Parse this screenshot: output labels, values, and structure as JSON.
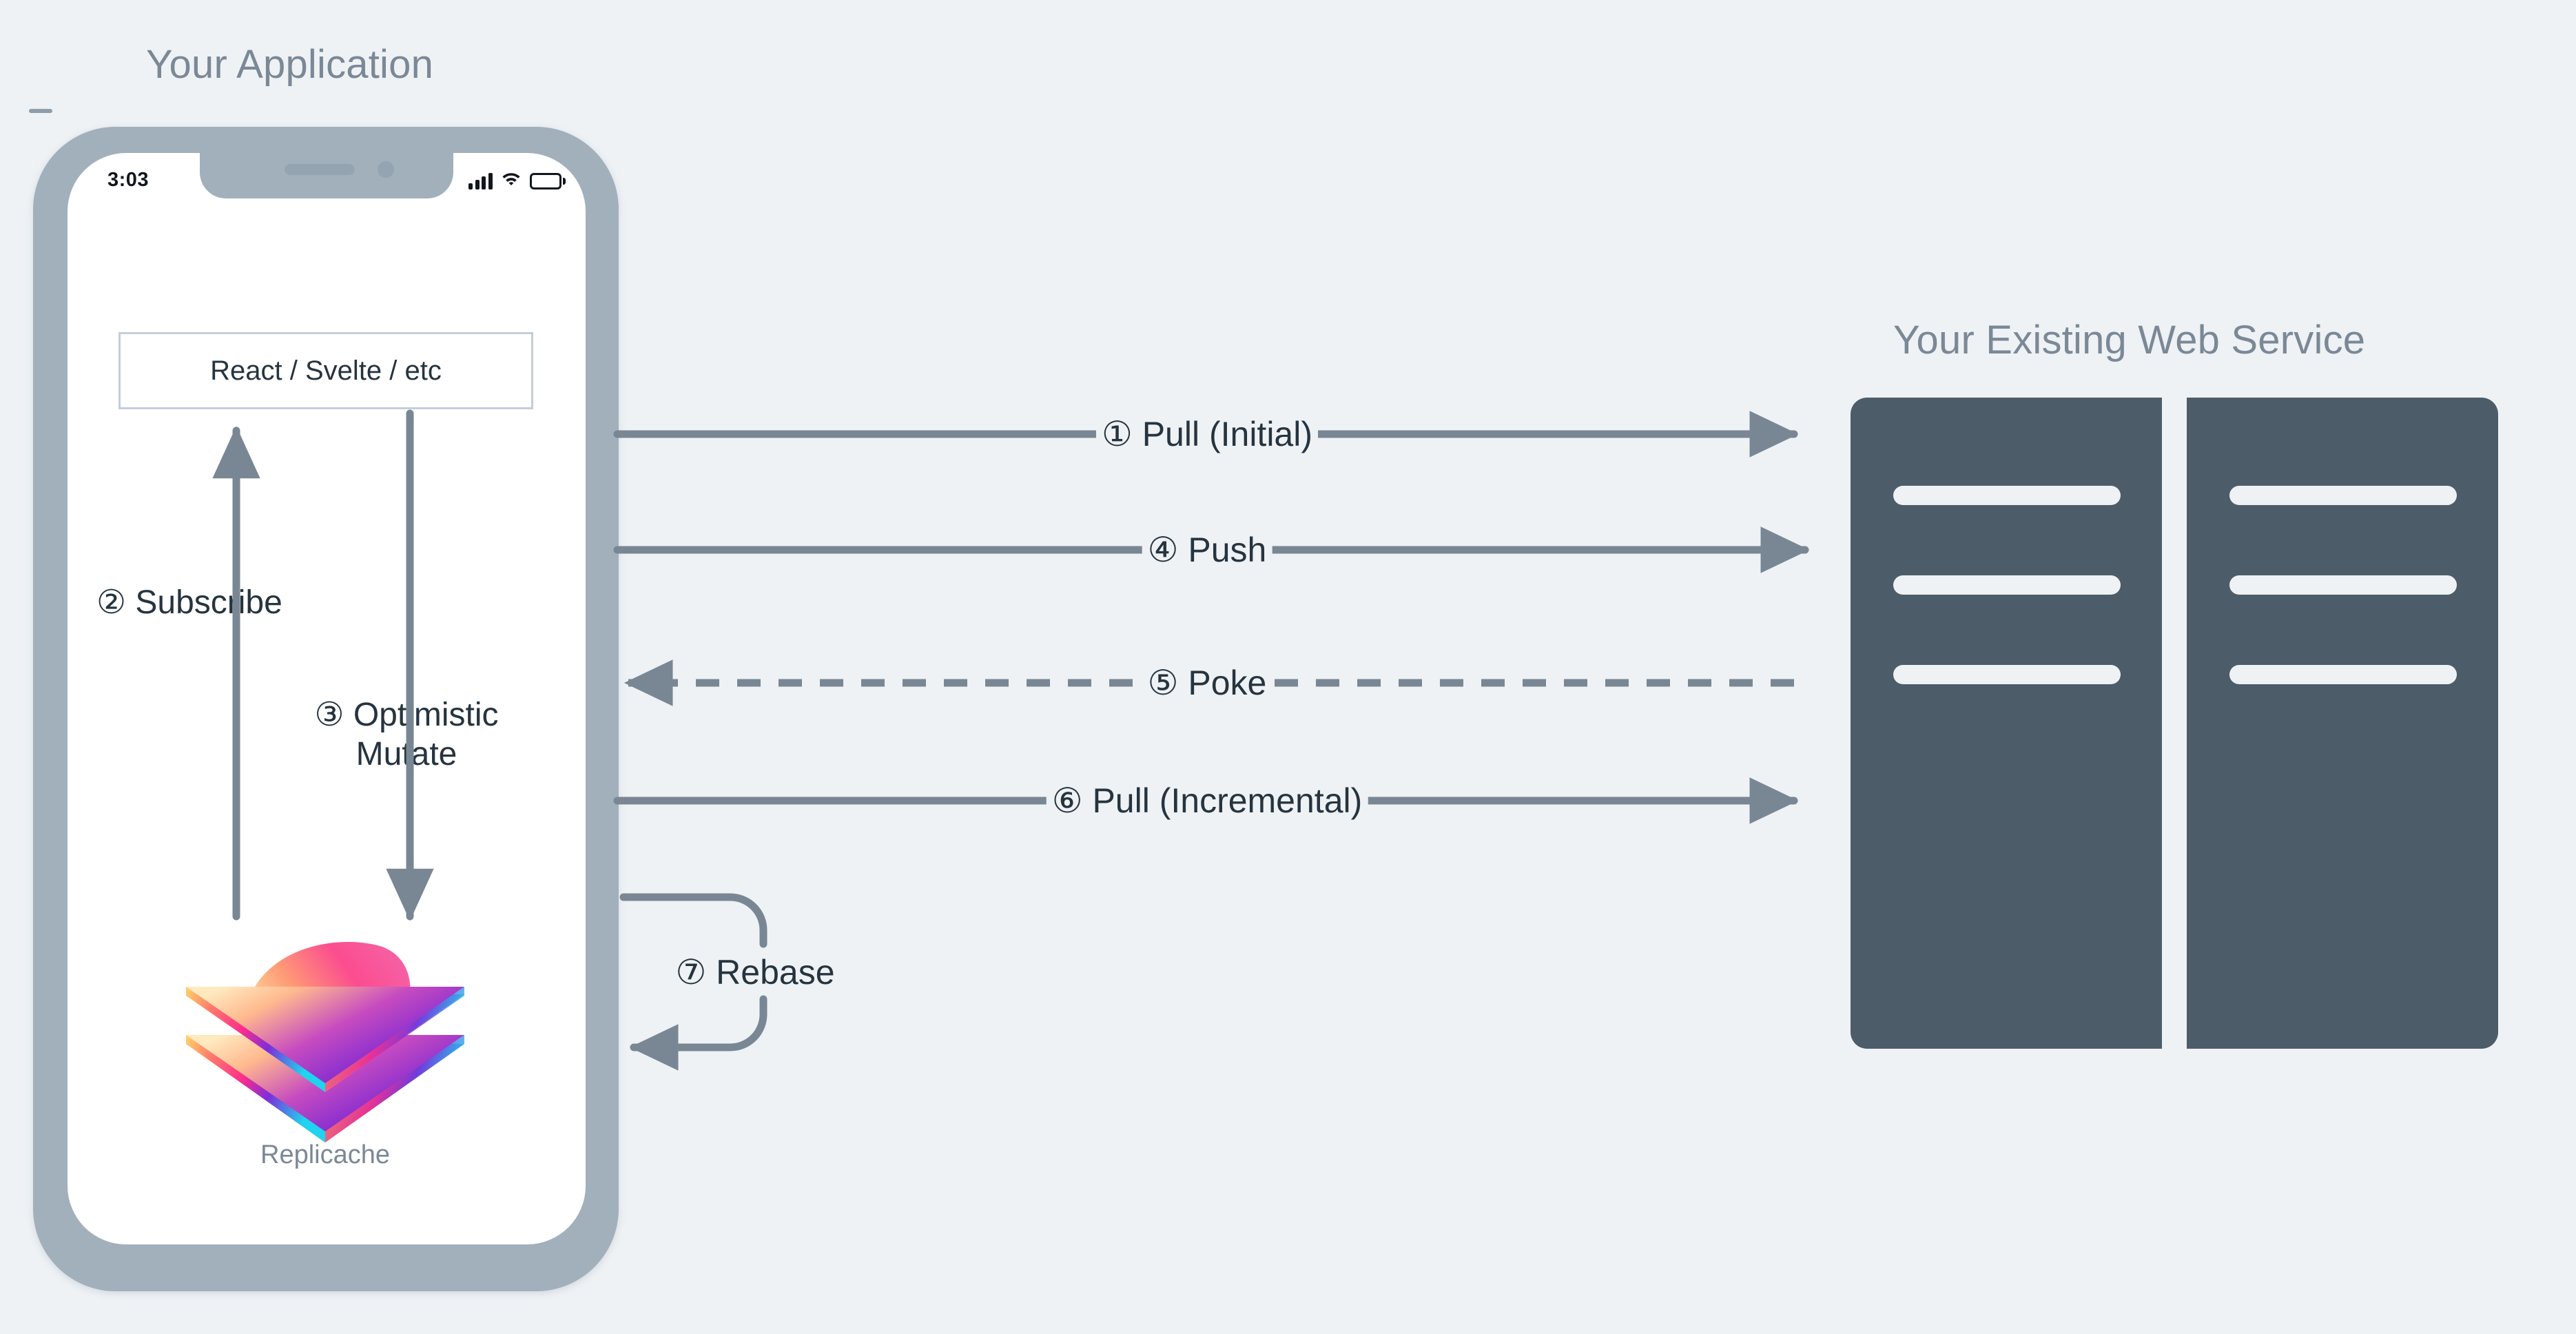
{
  "background_color": "#eef2f5",
  "accent_colors": {
    "title_gray": "#7b8896",
    "body_dark": "#26343f",
    "arrow_gray": "#798794",
    "phone_bezel": "#a2b0bc",
    "server_dark": "#4d5c69",
    "framework_border": "#c3ced8"
  },
  "app": {
    "title": "Your Application",
    "phone": {
      "status_time": "3:03",
      "status_icons": [
        "cellular-signal-icon",
        "wifi-icon",
        "battery-icon"
      ],
      "framework_box_label": "React / Svelte / etc",
      "local_store": {
        "name": "Replicache",
        "logo": "replicache-layers-logo"
      },
      "internal_steps": [
        {
          "number": "②",
          "label": "Subscribe",
          "direction": "up"
        },
        {
          "number": "③",
          "label": "Optimistic Mutate",
          "direction": "down"
        }
      ]
    }
  },
  "service": {
    "title": "Your Existing Web Service",
    "racks": [
      {
        "bars": 3
      },
      {
        "bars": 3
      }
    ]
  },
  "flows": [
    {
      "id": 1,
      "number": "①",
      "text": "Pull (Initial)",
      "label": "① Pull (Initial)",
      "direction": "right",
      "style": "solid"
    },
    {
      "id": 4,
      "number": "④",
      "text": "Push",
      "label": "④ Push",
      "direction": "right",
      "style": "solid"
    },
    {
      "id": 5,
      "number": "⑤",
      "text": "Poke",
      "label": "⑤ Poke",
      "direction": "left",
      "style": "dashed"
    },
    {
      "id": 6,
      "number": "⑥",
      "text": "Pull (Incremental)",
      "label": "⑥ Pull (Incremental)",
      "direction": "right",
      "style": "solid"
    },
    {
      "id": 7,
      "number": "⑦",
      "text": "Rebase",
      "label": "⑦ Rebase",
      "direction": "loop",
      "style": "solid"
    }
  ],
  "internal_labels": {
    "subscribe": "② Subscribe",
    "mutate": "③ Optimistic Mutate"
  }
}
